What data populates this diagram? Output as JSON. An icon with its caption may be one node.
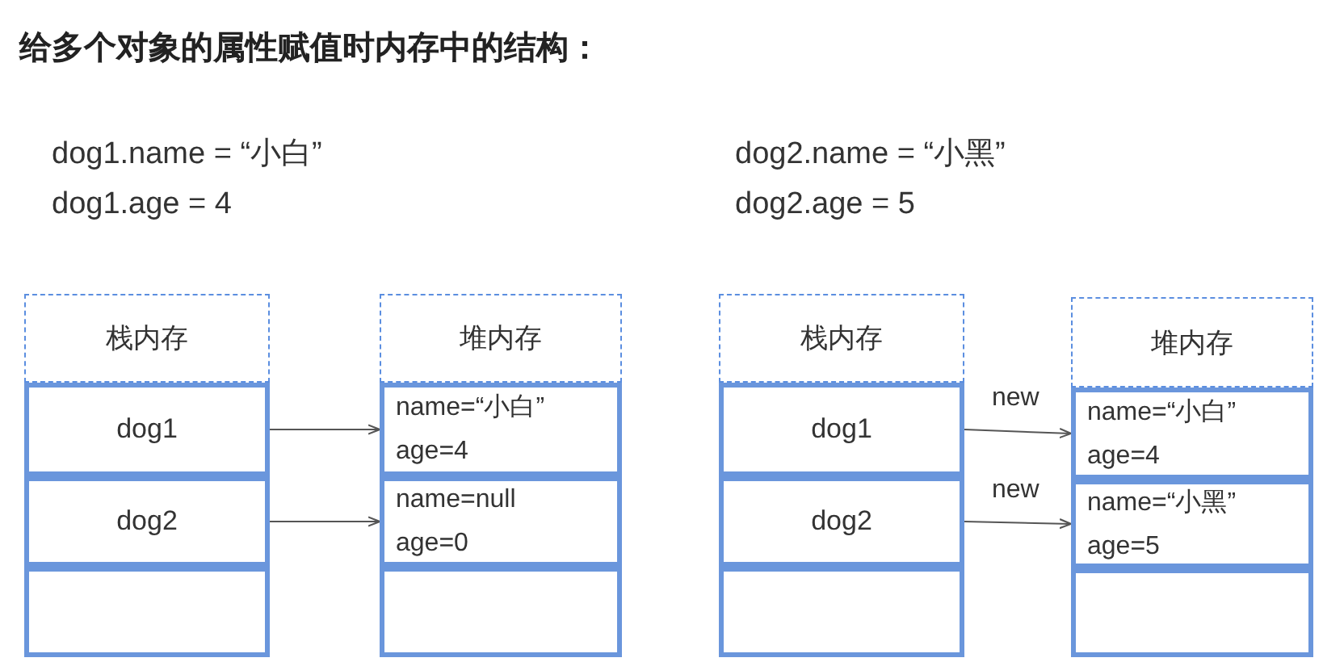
{
  "diagram": {
    "title": "给多个对象的属性赋值时内存中的结构：",
    "nodes": [
      {
        "text": [
          "栈内存"
        ]
      },
      {
        "text": [
          "dog1"
        ]
      },
      {
        "text": [
          "dog2"
        ]
      },
      {
        "text": [],
        "shape": "box"
      },
      {
        "text": [
          "堆内存"
        ]
      },
      {
        "text": [
          "name=“小白”",
          "age=4"
        ]
      },
      {
        "text": [
          "name=null",
          "age=0"
        ]
      },
      {
        "text": [],
        "shape": "box"
      },
      {
        "text": [
          "栈内存"
        ]
      },
      {
        "text": [
          "dog1"
        ]
      },
      {
        "text": [
          "dog2"
        ]
      },
      {
        "text": [],
        "shape": "box"
      },
      {
        "text": [
          "堆内存"
        ]
      },
      {
        "text": [
          "name=“小白”",
          "age=4"
        ]
      },
      {
        "text": [
          "name=“小黑”",
          "age=5"
        ]
      },
      {
        "text": [],
        "shape": "box"
      }
    ],
    "edges": [
      {
        "from": 1,
        "to": 5,
        "arrow": "to"
      },
      {
        "from": 2,
        "to": 6,
        "arrow": "to"
      },
      {
        "from": 9,
        "to": 13,
        "arrow": "to",
        "label": "new"
      },
      {
        "from": 10,
        "to": 14,
        "arrow": "to",
        "label": "new"
      }
    ],
    "labels": [
      "dog1.name = “小白”",
      "dog1.age = 4",
      "dog2.name = “小黑”",
      "dog2.age = 5"
    ]
  }
}
